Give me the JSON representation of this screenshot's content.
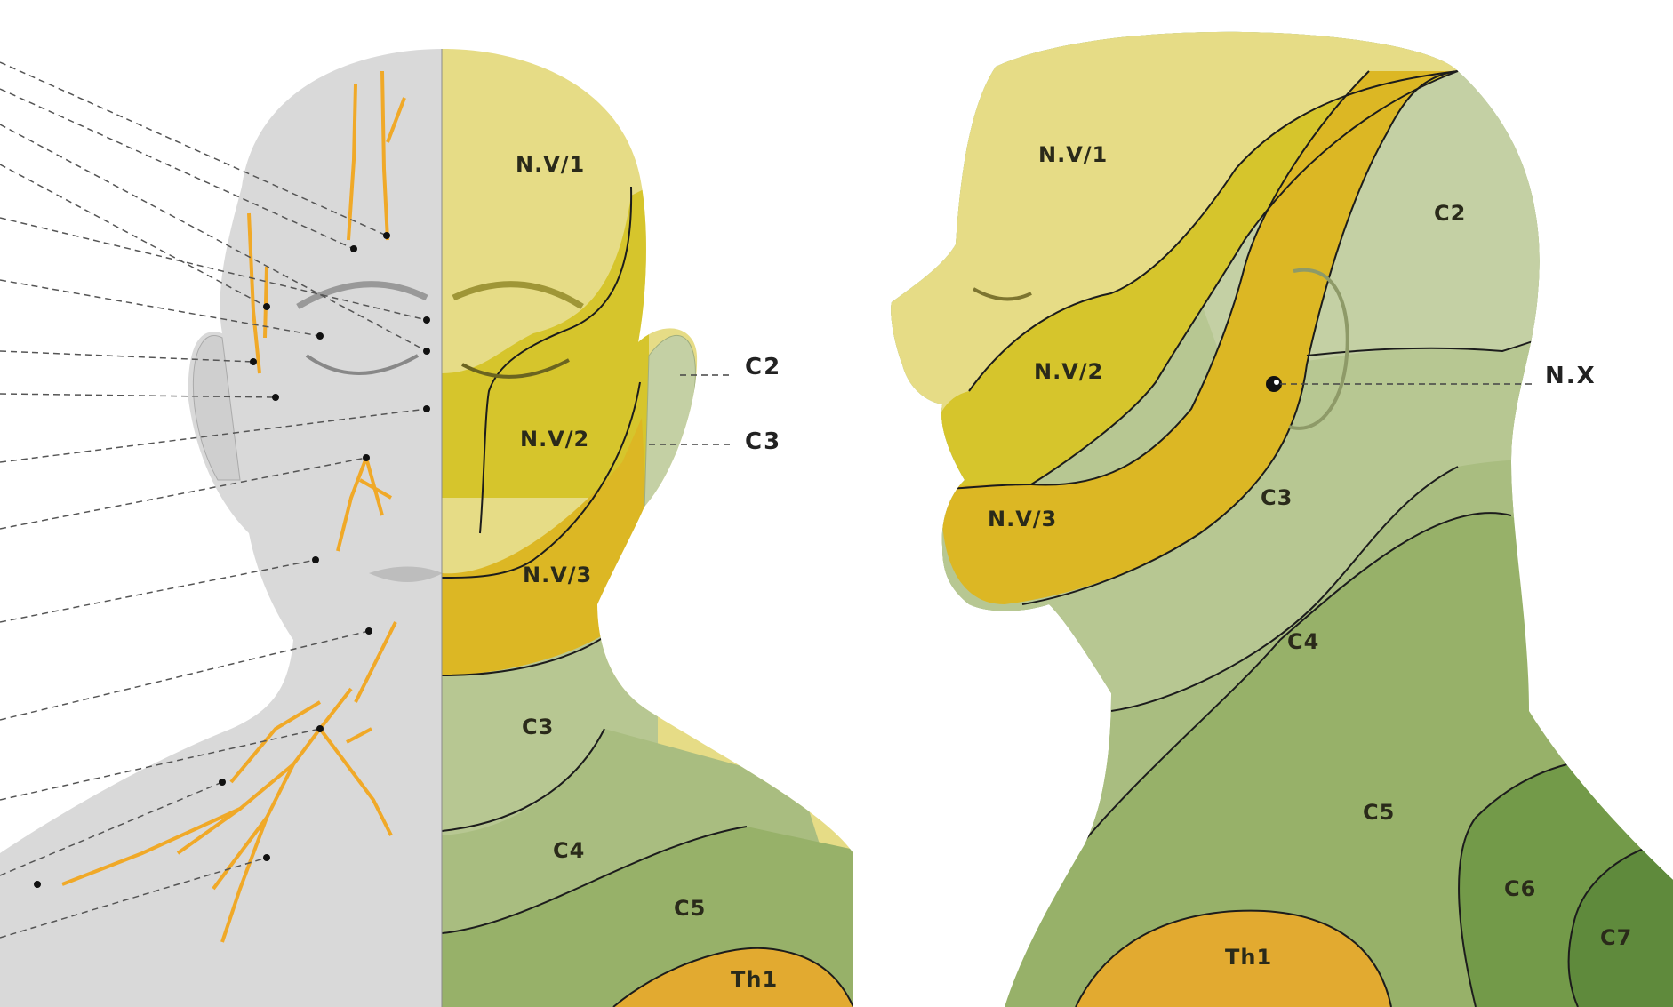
{
  "figures": {
    "frontal": {
      "zones": [
        "N.V/1",
        "N.V/2",
        "N.V/3",
        "C3",
        "C4",
        "C5",
        "Th1"
      ],
      "callouts": [
        "C2",
        "C3"
      ]
    },
    "lateral": {
      "zones": [
        "N.V/1",
        "N.V/2",
        "N.V/3",
        "C2",
        "C3",
        "C4",
        "C5",
        "C6",
        "C7",
        "Th1"
      ],
      "callouts": [
        "N.X"
      ]
    }
  },
  "colors": {
    "nv1": "#e6dc86",
    "nv2": "#d6c52c",
    "nv3": "#dcb724",
    "c2": "#c4d0a4",
    "c3": "#b7c792",
    "c4": "#a9bd80",
    "c5": "#97b169",
    "c6": "#739a49",
    "c7": "#5f8a3c",
    "th1": "#e2aa30",
    "skin_grey": "#d9d9d9",
    "nerve": "#f0a928"
  }
}
